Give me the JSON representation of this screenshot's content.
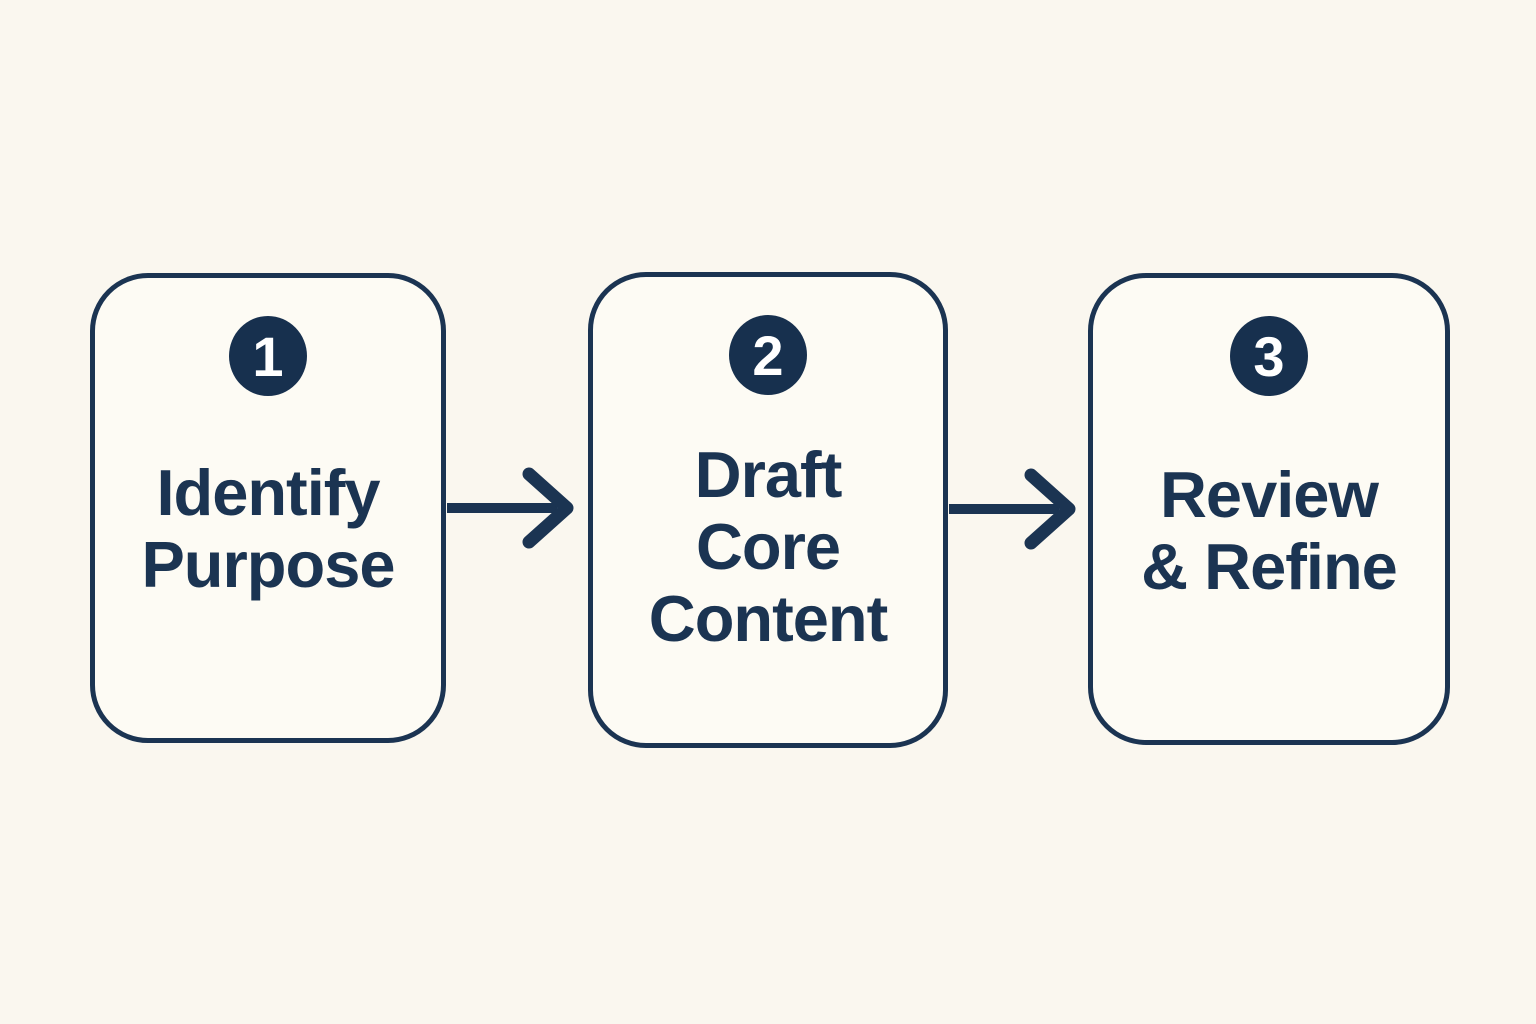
{
  "diagram": {
    "type": "process-flow",
    "step_count": 3,
    "steps": [
      {
        "number": "1",
        "label": "Identify\nPurpose"
      },
      {
        "number": "2",
        "label": "Draft\nCore\nContent"
      },
      {
        "number": "3",
        "label": "Review\n& Refine"
      }
    ],
    "connectors": [
      {
        "from": "1",
        "to": "2",
        "icon": "arrow-right-icon"
      },
      {
        "from": "2",
        "to": "3",
        "icon": "arrow-right-icon"
      }
    ],
    "colors": {
      "navy": "#1B3452",
      "circle_fill": "#17304E",
      "background": "#FAF7EF",
      "box_fill": "#FDFBF4",
      "number_color": "#FFFFFF"
    }
  }
}
